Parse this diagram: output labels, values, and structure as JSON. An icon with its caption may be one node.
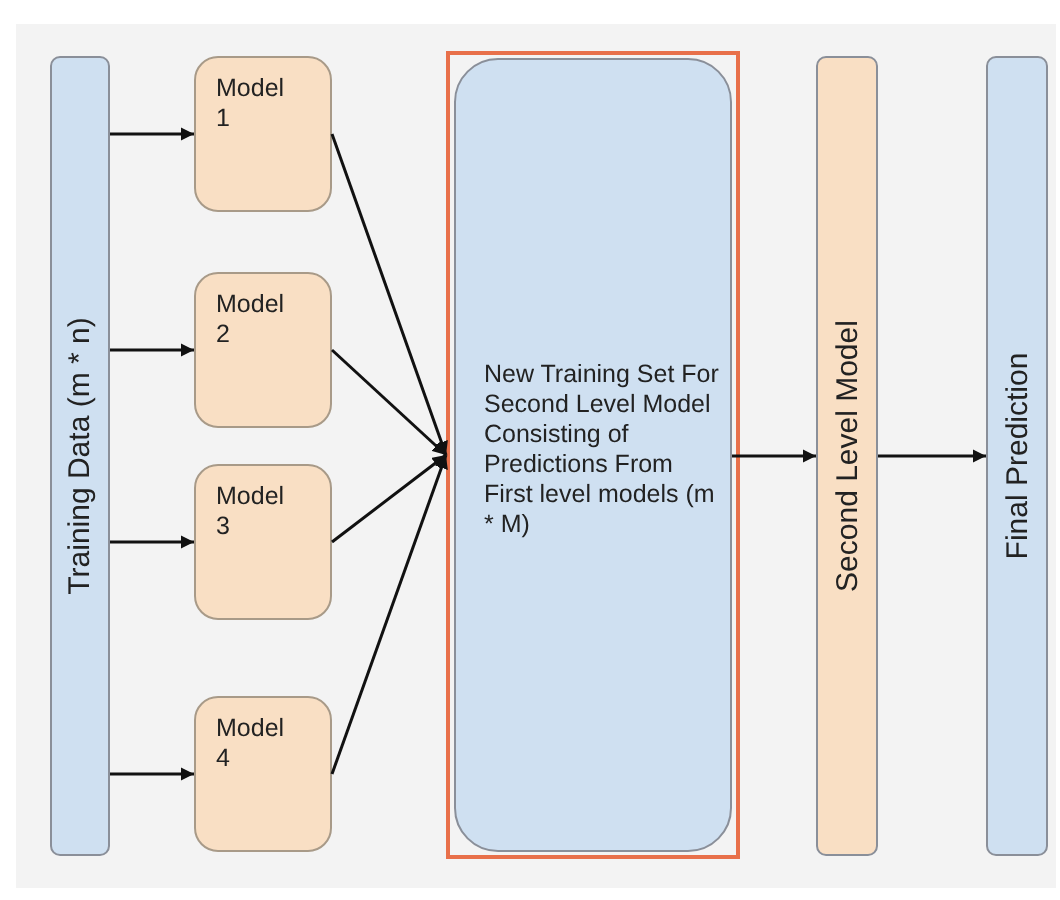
{
  "diagram": {
    "nodes": [
      {
        "text": [
          "Training Data (m * n)"
        ]
      },
      {
        "text": [
          "Model 1"
        ]
      },
      {
        "text": [
          "Model 2"
        ]
      },
      {
        "text": [
          "Model 3"
        ]
      },
      {
        "text": [
          "Model 4"
        ]
      },
      {
        "text": [
          "New Training Set For Second Level Model Consisting of Predictions From First level models (m * M)"
        ]
      },
      {
        "text": [
          "Second Level Model"
        ]
      },
      {
        "text": [
          "Final Prediction"
        ]
      }
    ],
    "edges": [
      {
        "from": 0,
        "to": 1,
        "arrow": "to"
      },
      {
        "from": 0,
        "to": 2,
        "arrow": "to"
      },
      {
        "from": 0,
        "to": 3,
        "arrow": "to"
      },
      {
        "from": 0,
        "to": 4,
        "arrow": "to"
      },
      {
        "from": 1,
        "to": 5,
        "arrow": "to"
      },
      {
        "from": 2,
        "to": 5,
        "arrow": "to"
      },
      {
        "from": 3,
        "to": 5,
        "arrow": "to"
      },
      {
        "from": 4,
        "to": 5,
        "arrow": "to"
      },
      {
        "from": 5,
        "to": 6,
        "arrow": "to"
      },
      {
        "from": 6,
        "to": 7,
        "arrow": "to"
      }
    ]
  }
}
